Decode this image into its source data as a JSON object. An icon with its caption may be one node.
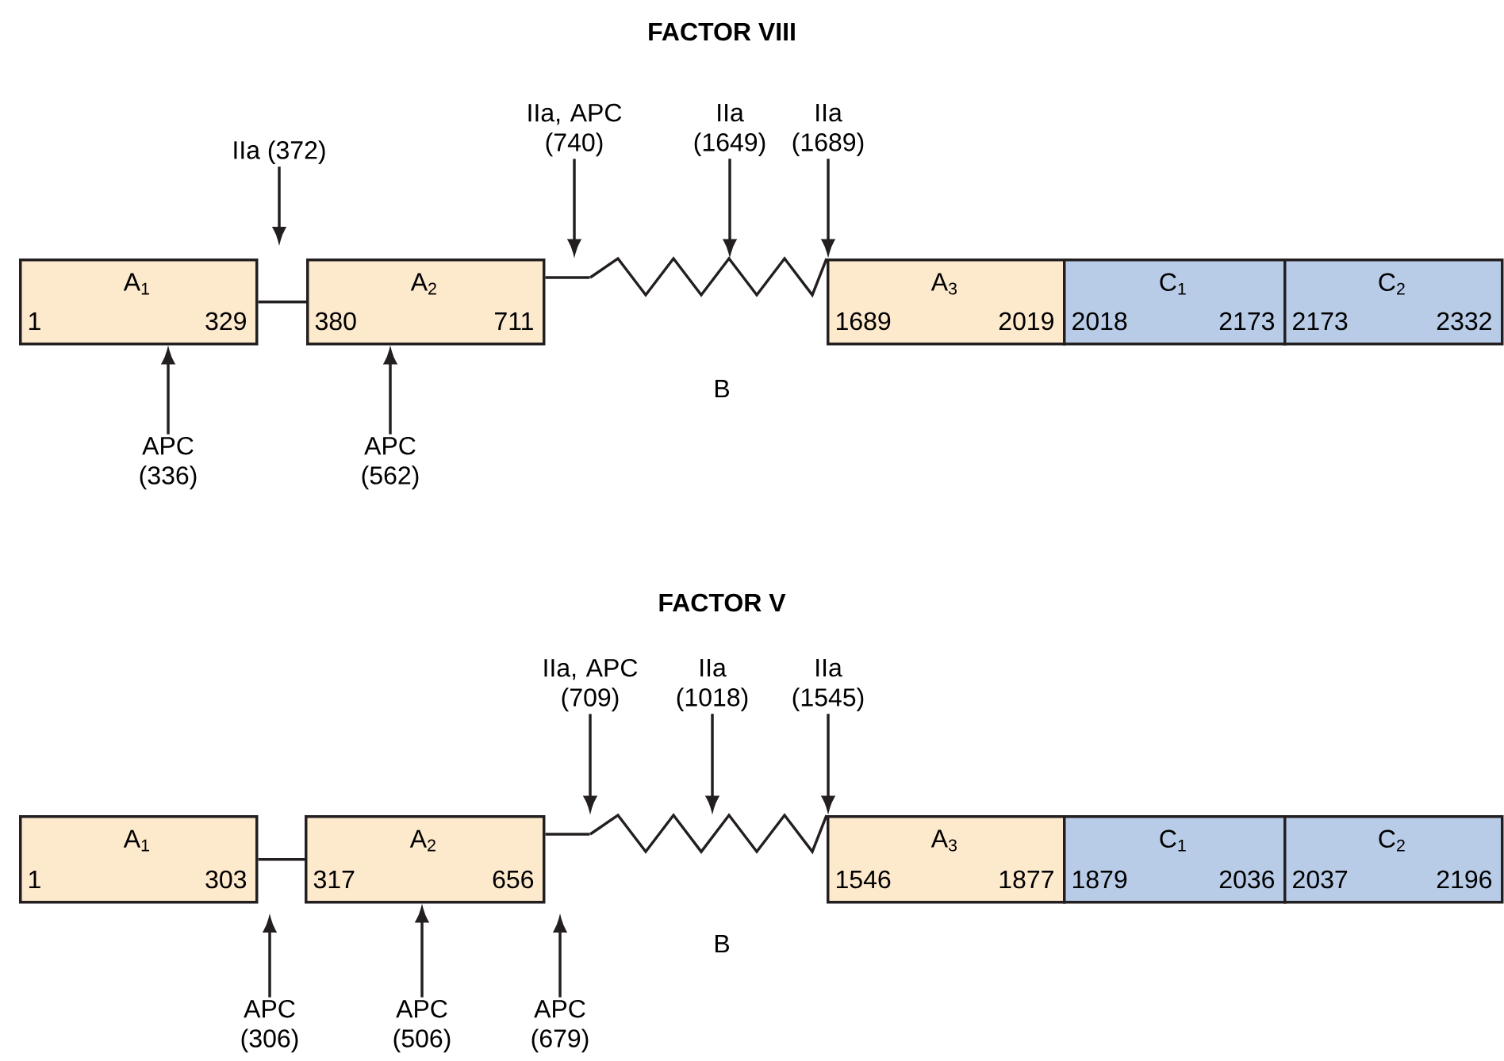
{
  "diagram": {
    "nodes": [
      {
        "text": [
          "A$_{1}$",
          "1",
          "329"
        ]
      },
      {
        "text": [
          "A$_{2}$",
          "380",
          "711"
        ]
      },
      {
        "text": [
          "B"
        ]
      },
      {
        "text": [
          "A$_{3}$",
          "1689",
          "2019"
        ]
      },
      {
        "text": [
          "C$_{1}$",
          "2018",
          "2173"
        ]
      },
      {
        "text": [
          "C$_{2}$",
          "2173",
          "2332"
        ]
      },
      {
        "text": [
          "IIa (372)"
        ]
      },
      {
        "text": [
          "IIa, APC (740)"
        ]
      },
      {
        "text": [
          "IIa (1649)"
        ]
      },
      {
        "text": [
          "IIa (1689)"
        ]
      },
      {
        "text": [
          "APC (336)"
        ]
      },
      {
        "text": [
          "APC (562)"
        ]
      },
      {
        "text": [
          "A$_{1}$",
          "1",
          "303"
        ]
      },
      {
        "text": [
          "A$_{2}$",
          "317",
          "656"
        ]
      },
      {
        "text": [
          "B"
        ]
      },
      {
        "text": [
          "A$_{3}$",
          "1546",
          "1877"
        ]
      },
      {
        "text": [
          "C$_{1}$",
          "1879",
          "2036"
        ]
      },
      {
        "text": [
          "C$_{2}$",
          "2037",
          "2196"
        ]
      },
      {
        "text": [
          "IIa, APC (709)"
        ]
      },
      {
        "text": [
          "IIa (1018)"
        ]
      },
      {
        "text": [
          "IIa (1545)"
        ]
      },
      {
        "text": [
          "APC (306)"
        ]
      },
      {
        "text": [
          "APC (506)"
        ]
      },
      {
        "text": [
          "APC (679)"
        ]
      }
    ],
    "edges": [
      {
        "from": 0,
        "to": 1,
        "arrow": "none"
      },
      {
        "from": 1,
        "to": 2,
        "arrow": "none"
      },
      {
        "from": 6,
        "to": null,
        "arrow": "to"
      },
      {
        "from": 7,
        "to": 2,
        "arrow": "to"
      },
      {
        "from": 8,
        "to": 2,
        "arrow": "to"
      },
      {
        "from": 9,
        "to": 2,
        "arrow": "to"
      },
      {
        "from": 10,
        "to": 0,
        "arrow": "to"
      },
      {
        "from": 11,
        "to": 1,
        "arrow": "to"
      },
      {
        "from": 12,
        "to": 13,
        "arrow": "none"
      },
      {
        "from": 13,
        "to": 14,
        "arrow": "none"
      },
      {
        "from": 18,
        "to": 14,
        "arrow": "to"
      },
      {
        "from": 19,
        "to": 14,
        "arrow": "to"
      },
      {
        "from": 20,
        "to": 14,
        "arrow": "to"
      },
      {
        "from": 21,
        "to": null,
        "arrow": "to"
      },
      {
        "from": 22,
        "to": 13,
        "arrow": "to"
      },
      {
        "from": 23,
        "to": null,
        "arrow": "to"
      }
    ],
    "labels": [
      "FACTOR VIII",
      "FACTOR V"
    ]
  }
}
